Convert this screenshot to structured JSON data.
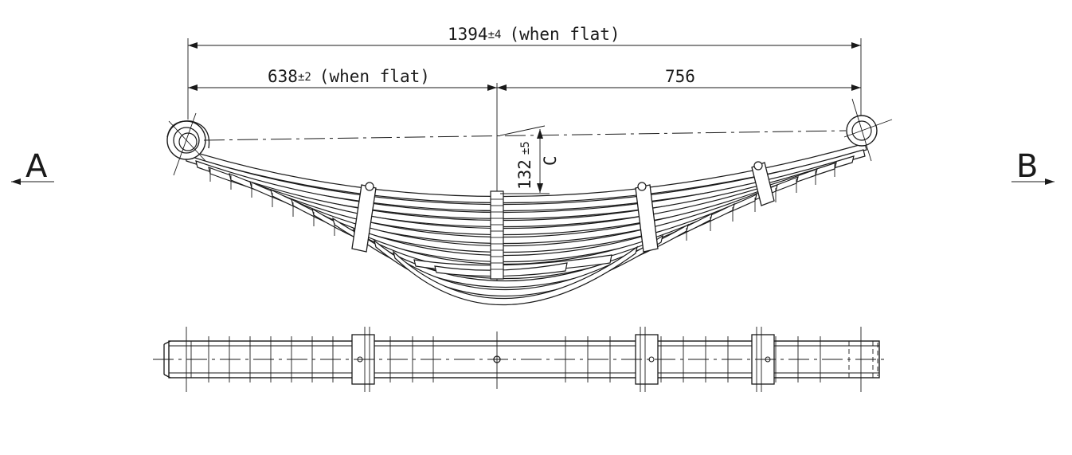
{
  "dimensions": {
    "overall": {
      "value": "1394",
      "tol": "±4",
      "note": "(when flat)"
    },
    "left": {
      "value": "638",
      "tol": "±2",
      "note": "(when flat)"
    },
    "right": {
      "value": "756"
    },
    "camber": {
      "value": "132",
      "tol": "±5"
    },
    "camber_ref": "C"
  },
  "views": {
    "left_arrow": "A",
    "right_arrow": "B"
  }
}
